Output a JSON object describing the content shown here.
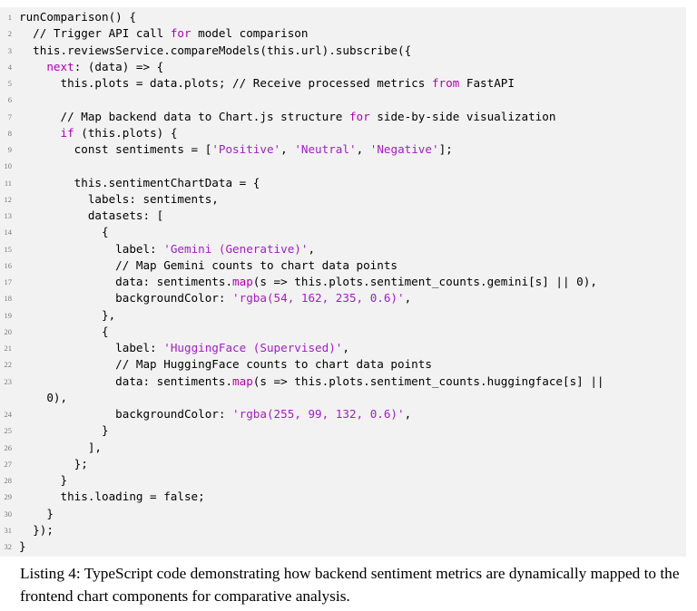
{
  "listing": {
    "lines": [
      {
        "num": "1",
        "segs": [
          [
            "runComparison() {",
            ""
          ]
        ]
      },
      {
        "num": "2",
        "segs": [
          [
            "  // Trigger API call ",
            ""
          ],
          [
            "for",
            "kw"
          ],
          [
            " model comparison",
            ""
          ]
        ]
      },
      {
        "num": "3",
        "segs": [
          [
            "  this.reviewsService.compareModels(this.url).subscribe({",
            ""
          ]
        ]
      },
      {
        "num": "4",
        "segs": [
          [
            "    ",
            ""
          ],
          [
            "next",
            "kw"
          ],
          [
            ": (data) => {",
            ""
          ]
        ]
      },
      {
        "num": "5",
        "segs": [
          [
            "      this.plots = data.plots; // Receive processed metrics ",
            ""
          ],
          [
            "from",
            "kw"
          ],
          [
            " FastAPI",
            ""
          ]
        ]
      },
      {
        "num": "6",
        "segs": [
          [
            "",
            ""
          ]
        ]
      },
      {
        "num": "7",
        "segs": [
          [
            "      // Map backend data to Chart.js structure ",
            ""
          ],
          [
            "for",
            "kw"
          ],
          [
            " side-by-side visualization",
            ""
          ]
        ]
      },
      {
        "num": "8",
        "segs": [
          [
            "      ",
            ""
          ],
          [
            "if",
            "kw"
          ],
          [
            " (this.plots) {",
            ""
          ]
        ]
      },
      {
        "num": "9",
        "segs": [
          [
            "        const sentiments = [",
            ""
          ],
          [
            "'Positive'",
            "str"
          ],
          [
            ", ",
            ""
          ],
          [
            "'Neutral'",
            "str"
          ],
          [
            ", ",
            ""
          ],
          [
            "'Negative'",
            "str"
          ],
          [
            "];",
            ""
          ]
        ]
      },
      {
        "num": "10",
        "segs": [
          [
            "",
            ""
          ]
        ]
      },
      {
        "num": "11",
        "segs": [
          [
            "        this.sentimentChartData = {",
            ""
          ]
        ]
      },
      {
        "num": "12",
        "segs": [
          [
            "          labels: sentiments,",
            ""
          ]
        ]
      },
      {
        "num": "13",
        "segs": [
          [
            "          datasets: [",
            ""
          ]
        ]
      },
      {
        "num": "14",
        "segs": [
          [
            "            {",
            ""
          ]
        ]
      },
      {
        "num": "15",
        "segs": [
          [
            "              label: ",
            ""
          ],
          [
            "'Gemini (Generative)'",
            "str"
          ],
          [
            ",",
            ""
          ]
        ]
      },
      {
        "num": "16",
        "segs": [
          [
            "              // Map Gemini counts to chart data points",
            ""
          ]
        ]
      },
      {
        "num": "17",
        "segs": [
          [
            "              data: sentiments.",
            ""
          ],
          [
            "map",
            "kw"
          ],
          [
            "(s => this.plots.sentiment_counts.gemini[s] || 0),",
            ""
          ]
        ]
      },
      {
        "num": "18",
        "segs": [
          [
            "              backgroundColor: ",
            ""
          ],
          [
            "'rgba(54, 162, 235, 0.6)'",
            "str"
          ],
          [
            ",",
            ""
          ]
        ]
      },
      {
        "num": "19",
        "segs": [
          [
            "            },",
            ""
          ]
        ]
      },
      {
        "num": "20",
        "segs": [
          [
            "            {",
            ""
          ]
        ]
      },
      {
        "num": "21",
        "segs": [
          [
            "              label: ",
            ""
          ],
          [
            "'HuggingFace (Supervised)'",
            "str"
          ],
          [
            ",",
            ""
          ]
        ]
      },
      {
        "num": "22",
        "segs": [
          [
            "              // Map HuggingFace counts to chart data points",
            ""
          ]
        ]
      },
      {
        "num": "23",
        "segs": [
          [
            "              data: sentiments.",
            ""
          ],
          [
            "map",
            "kw"
          ],
          [
            "(s => this.plots.sentiment_counts.huggingface[s] ||",
            ""
          ]
        ]
      },
      {
        "num": "",
        "segs": [
          [
            "    0),",
            ""
          ]
        ]
      },
      {
        "num": "24",
        "segs": [
          [
            "              backgroundColor: ",
            ""
          ],
          [
            "'rgba(255, 99, 132, 0.6)'",
            "str"
          ],
          [
            ",",
            ""
          ]
        ]
      },
      {
        "num": "25",
        "segs": [
          [
            "            }",
            ""
          ]
        ]
      },
      {
        "num": "26",
        "segs": [
          [
            "          ],",
            ""
          ]
        ]
      },
      {
        "num": "27",
        "segs": [
          [
            "        };",
            ""
          ]
        ]
      },
      {
        "num": "28",
        "segs": [
          [
            "      }",
            ""
          ]
        ]
      },
      {
        "num": "29",
        "segs": [
          [
            "      this.loading = false;",
            ""
          ]
        ]
      },
      {
        "num": "30",
        "segs": [
          [
            "    }",
            ""
          ]
        ]
      },
      {
        "num": "31",
        "segs": [
          [
            "  });",
            ""
          ]
        ]
      },
      {
        "num": "32",
        "segs": [
          [
            "}",
            ""
          ]
        ]
      }
    ]
  },
  "caption": "Listing 4: TypeScript code demonstrating how backend sentiment metrics are dynamically mapped to the frontend chart components for comparative analysis."
}
